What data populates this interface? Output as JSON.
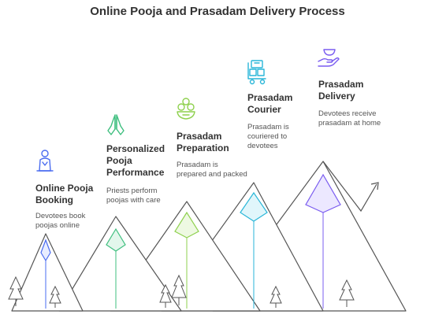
{
  "title": "Online Pooja and Prasadam Delivery Process",
  "colors": {
    "outline": "#555555",
    "step1": "#4a6cf0",
    "step2": "#3fbf7f",
    "step3": "#8fd14f",
    "step4": "#29b6d8",
    "step5": "#7a5cf0"
  },
  "steps": [
    {
      "icon": "pilgrim-icon",
      "title_lines": [
        "Online Pooja",
        "Booking"
      ],
      "desc_lines": [
        "Devotees book",
        "poojas online"
      ]
    },
    {
      "icon": "praying-hands-icon",
      "title_lines": [
        "Personalized",
        "Pooja",
        "Performance"
      ],
      "desc_lines": [
        "Priests perform",
        "poojas with care"
      ]
    },
    {
      "icon": "sweets-bowl-icon",
      "title_lines": [
        "Prasadam",
        "Preparation"
      ],
      "desc_lines": [
        "Prasadam is",
        "prepared and packed"
      ]
    },
    {
      "icon": "courier-trolley-icon",
      "title_lines": [
        "Prasadam",
        "Courier"
      ],
      "desc_lines": [
        "Prasadam is",
        "couriered to",
        "devotees"
      ]
    },
    {
      "icon": "hand-receive-icon",
      "title_lines": [
        "Prasadam",
        "Delivery"
      ],
      "desc_lines": [
        "Devotees receive",
        "prasadam at home"
      ]
    }
  ]
}
